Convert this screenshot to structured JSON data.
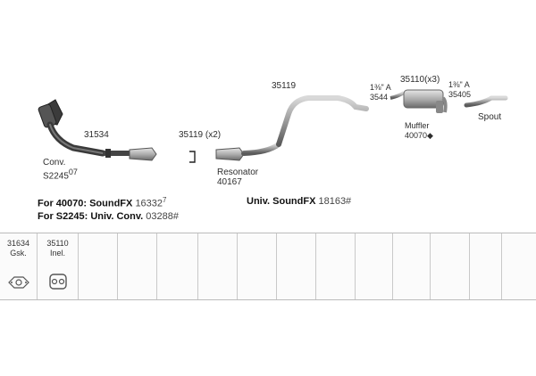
{
  "parts": {
    "converter": {
      "name": "Conv.",
      "code": "S2245",
      "sup": "07"
    },
    "flange_gasket": {
      "code": "31534"
    },
    "pipe_mid": {
      "code": "35119",
      "qty": "(x2)"
    },
    "resonator": {
      "name": "Resonator",
      "code": "40167"
    },
    "pipe_rear": {
      "code": "35119"
    },
    "hanger_left": {
      "size": "1⅜\" A",
      "code": "3544"
    },
    "muffler_clamp": {
      "code": "35110",
      "qty": "(x3)"
    },
    "muffler": {
      "name": "Muffler",
      "code": "40070",
      "mark": "◆"
    },
    "hanger_right": {
      "size": "1⅜\" A",
      "code": "35405"
    },
    "spout": {
      "name": "Spout"
    }
  },
  "notes": [
    {
      "prefix": "For 40070:",
      "product": "SoundFX",
      "code": "16332",
      "sup": "7"
    },
    {
      "prefix": "For S2245:",
      "product": "Univ. Conv.",
      "code": "03288#"
    },
    {
      "product": "Univ. SoundFX",
      "code": "18163#"
    }
  ],
  "strip": {
    "cells": [
      {
        "code": "31634",
        "name": "Gsk.",
        "icon": "gasket-icon"
      },
      {
        "code": "35110",
        "name": "Inel.",
        "icon": "insulator-icon"
      }
    ]
  },
  "colors": {
    "pipe": "#8d8d8d",
    "pipe_dark": "#4a4a4a"
  }
}
